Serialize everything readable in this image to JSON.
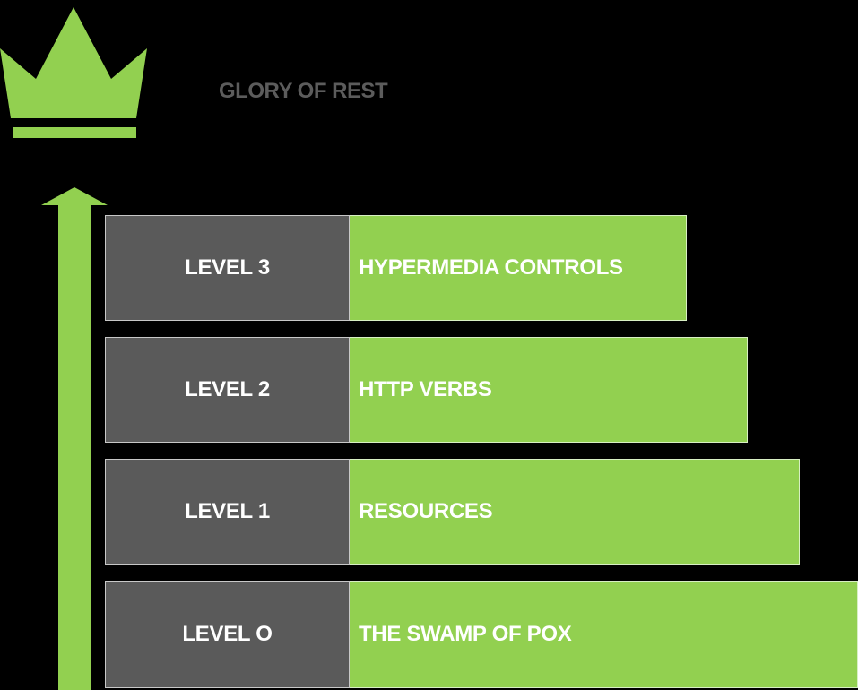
{
  "title": "GLORY OF REST",
  "icons": {
    "crown": "crown-icon",
    "arrow": "up-arrow-icon"
  },
  "colors": {
    "background": "#000000",
    "accent_green": "#92d050",
    "level_gray": "#5a5a5a",
    "title_gray": "#5c5c5c",
    "text": "#ffffff"
  },
  "levels": [
    {
      "label": "LEVEL 3",
      "description": "HYPERMEDIA CONTROLS"
    },
    {
      "label": "LEVEL 2",
      "description": "HTTP VERBS"
    },
    {
      "label": "LEVEL 1",
      "description": "RESOURCES"
    },
    {
      "label": "LEVEL O",
      "description": "THE SWAMP OF POX"
    }
  ]
}
